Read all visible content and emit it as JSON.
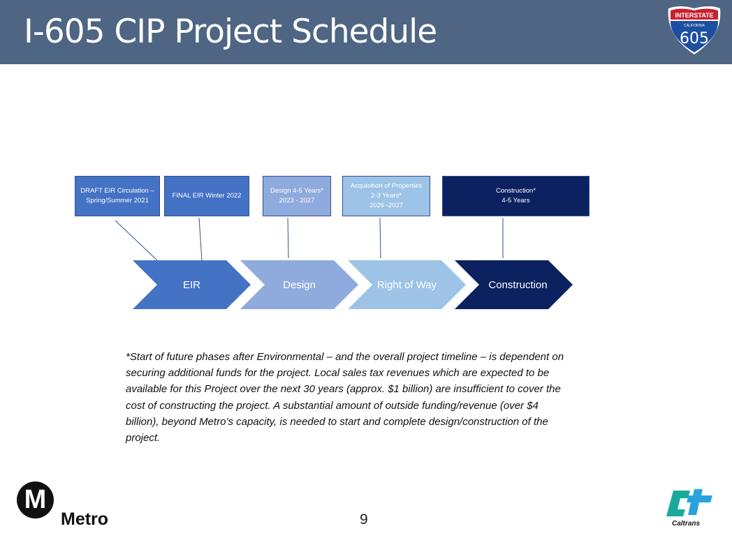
{
  "header": {
    "title": "I-605 CIP Project Schedule",
    "shield": {
      "top": "INTERSTATE",
      "state": "CALIFORNIA",
      "number": "605"
    }
  },
  "milestones": [
    {
      "label": "DRAFT EIR Circulation –\nSpring/Summer 2021",
      "color": "#4472c4"
    },
    {
      "label": "FINAL EIR Winter 2022",
      "color": "#4472c4"
    },
    {
      "label": "Design 4-5 Years*\n2023 - 2027",
      "color": "#8faadc"
    },
    {
      "label": "Acquisition of Properties\n2-3 Years*\n2026 -2027",
      "color": "#9dc3e6"
    },
    {
      "label": "Construction*\n4-5 Years",
      "color": "#0b2160"
    }
  ],
  "phases": [
    {
      "label": "EIR",
      "color": "#4472c4"
    },
    {
      "label": "Design",
      "color": "#8faadc"
    },
    {
      "label": "Right of Way",
      "color": "#9dc3e6"
    },
    {
      "label": "Construction",
      "color": "#0b2160"
    }
  ],
  "footnote": "*Start of future phases after Environmental – and the overall project timeline – is dependent on securing additional funds for the project. Local sales tax revenues which are expected to be available for this Project over the next 30 years (approx. $1 billion) are insufficient to cover the cost of constructing the project. A substantial amount of outside funding/revenue (over $4 billion), beyond Metro’s capacity, is needed to start and complete design/construction of the project.",
  "page_number": "9",
  "logos": {
    "metro": "Metro",
    "metro_letter": "M",
    "caltrans": "Caltrans"
  }
}
